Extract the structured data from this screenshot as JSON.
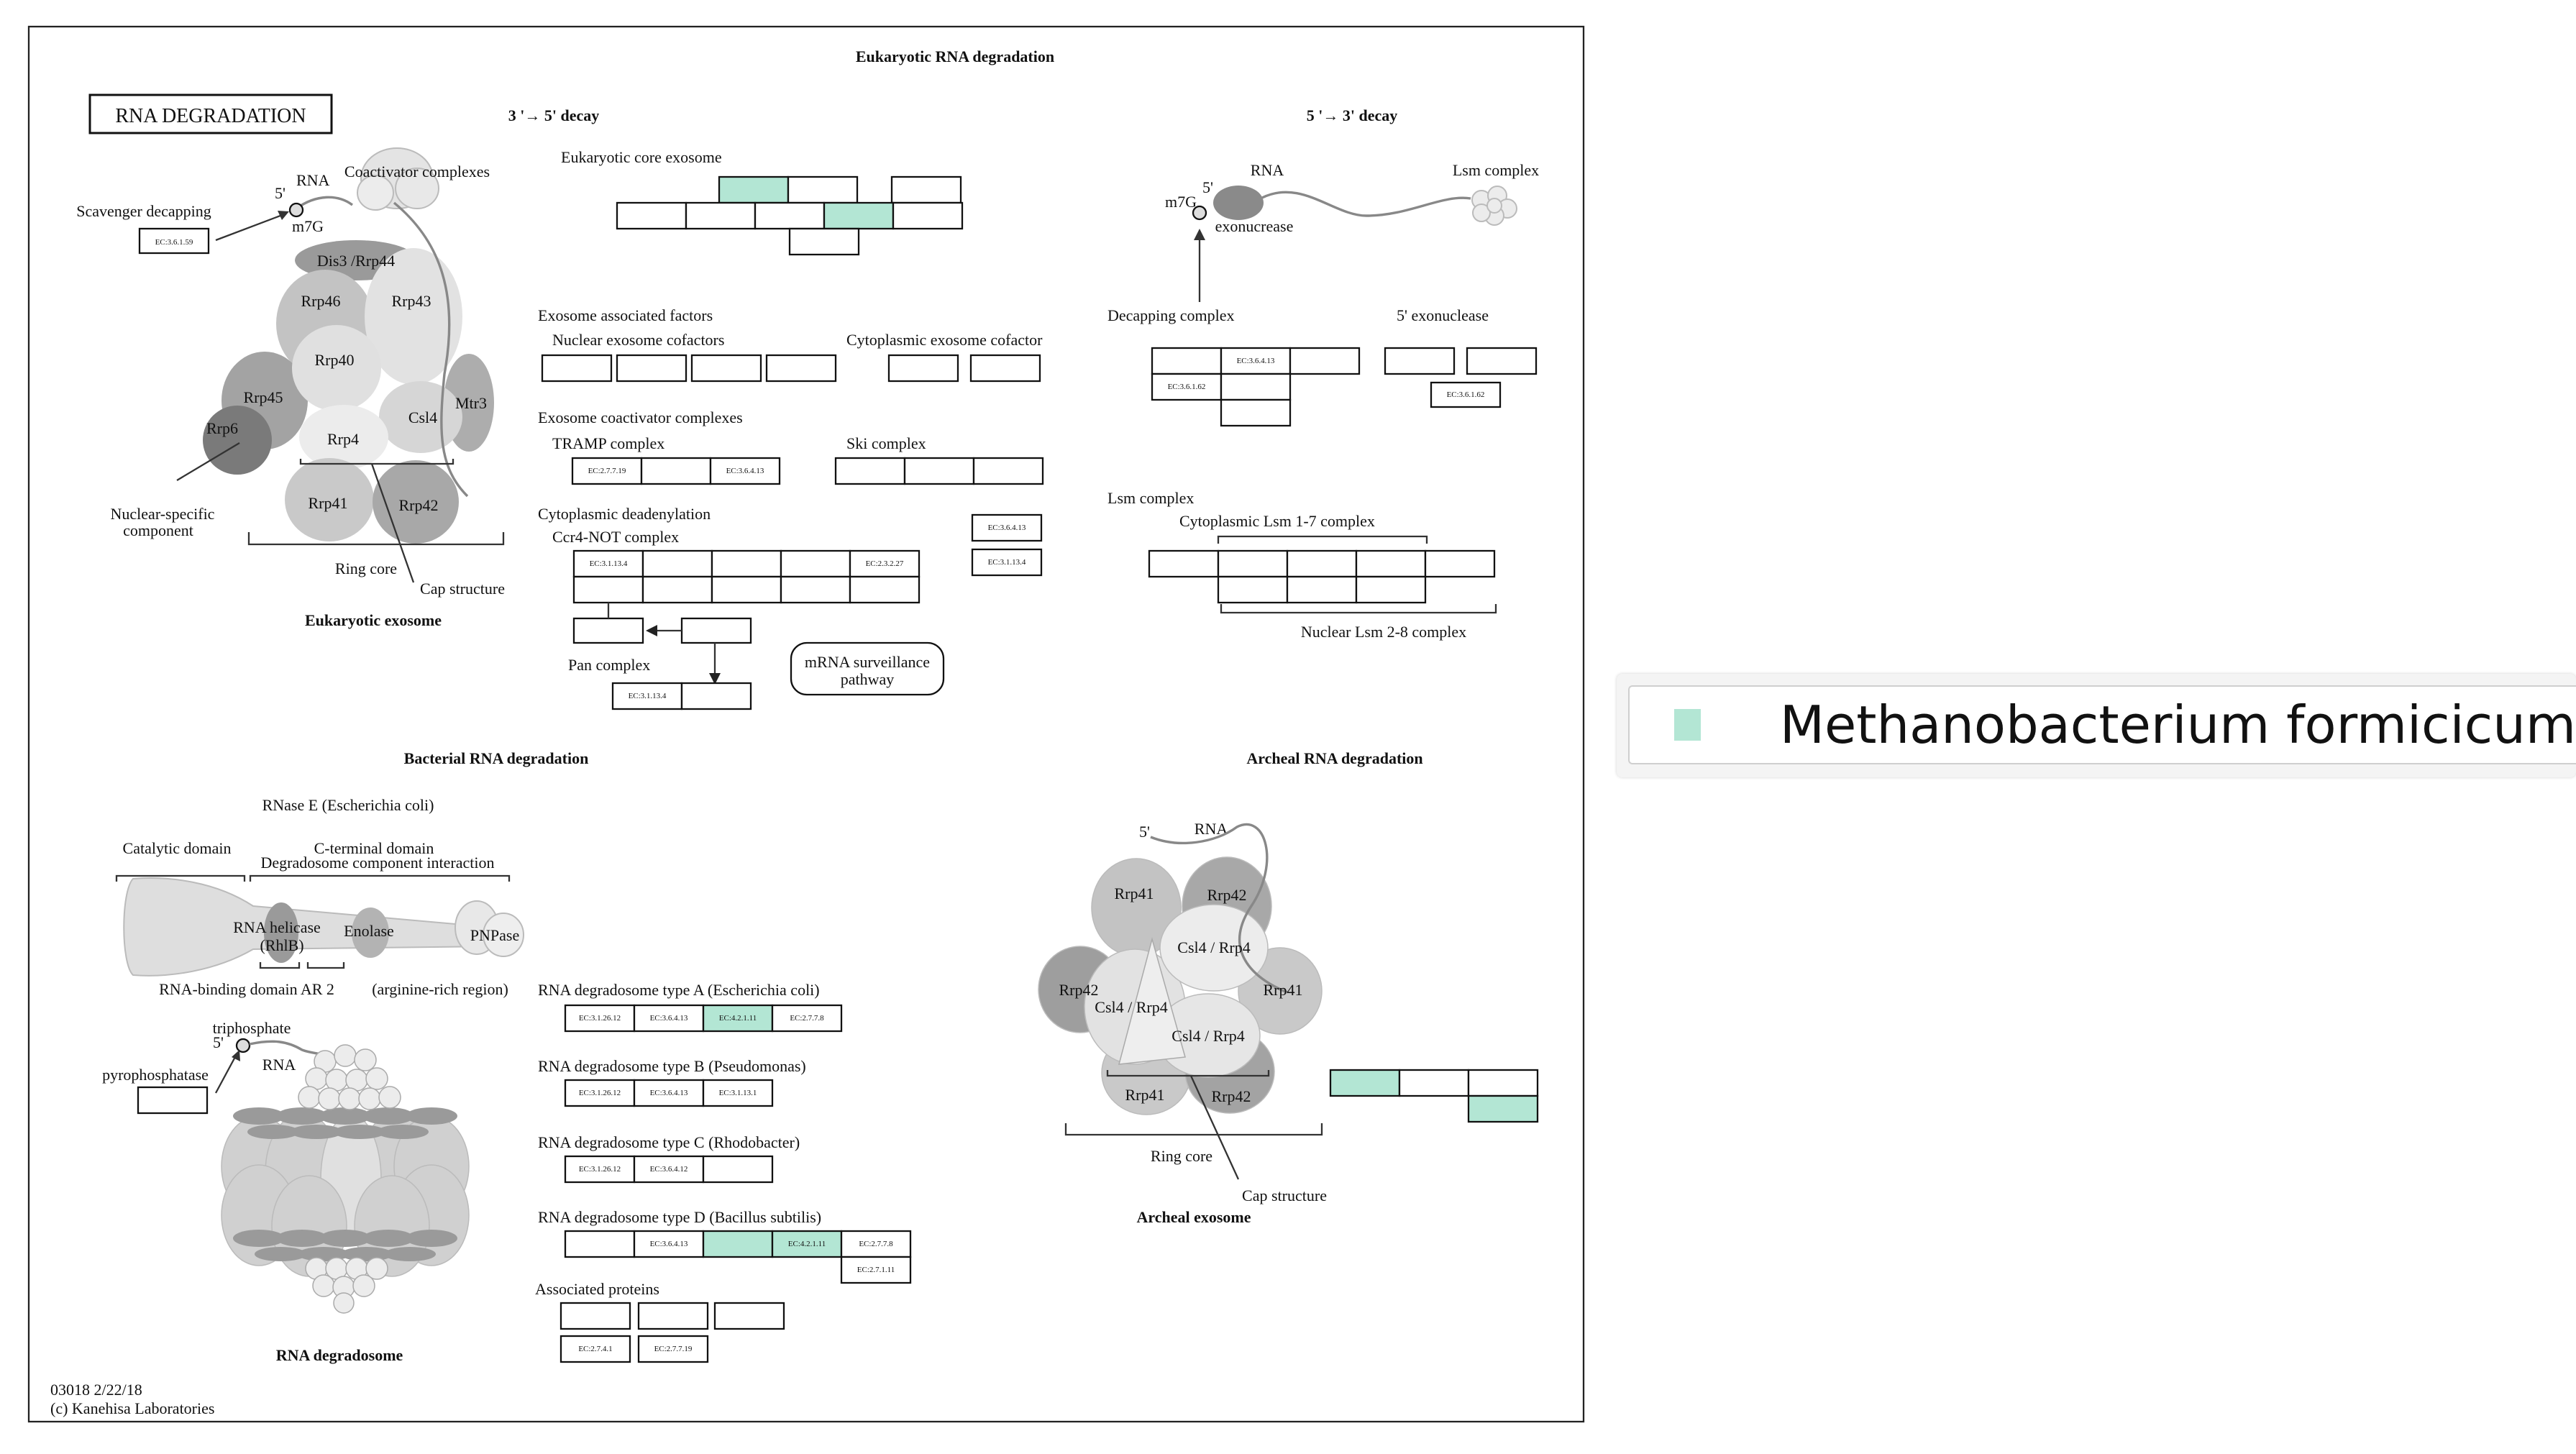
{
  "diagram": {
    "title": "Eukaryotic RNA degradation",
    "map_name": "RNA DEGRADATION",
    "decay_3_5": "3 '→ 5' decay",
    "decay_5_3": "5 '→ 3' decay",
    "footer_id": "03018 2/22/18",
    "footer_copyright": "(c) Kanehisa Laboratories",
    "highlight_color": "#b3e6d4",
    "exosome": {
      "caption": "Eukaryotic exosome",
      "labels": [
        "RNA",
        "5'",
        "m7G",
        "Coactivator complexes",
        "Scavenger decapping",
        "Dis3 /Rrp44",
        "Rrp46",
        "Rrp43",
        "Rrp40",
        "Rrp45",
        "Mtr3",
        "Csl4",
        "Rrp6",
        "Rrp4",
        "Rrp41",
        "Rrp42",
        "Nuclear-specific",
        "component",
        "Ring core",
        "Cap structure"
      ],
      "ec": [
        "EC:3.6.1.59"
      ]
    },
    "three_prime": {
      "core_exosome": "Eukaryotic core exosome",
      "assoc_factors": "Exosome associated factors",
      "nuclear_cofactors": "Nuclear exosome cofactors",
      "cyto_cofactor": "Cytoplasmic exosome cofactor",
      "coactivator": "Exosome coactivator complexes",
      "tramp": "TRAMP complex",
      "ski": "Ski complex",
      "cyto_deadenylation": "Cytoplasmic deadenylation",
      "ccr4": "Ccr4-NOT complex",
      "pan": "Pan complex",
      "surveillance_1": "mRNA surveillance",
      "surveillance_2": "pathway",
      "ec": [
        "EC:2.7.7.19",
        "EC:3.6.4.13",
        "EC:3.6.4.13",
        "EC:3.1.13.4",
        "EC:2.3.2.27",
        "EC:3.1.13.4",
        "EC:3.1.13.4"
      ]
    },
    "five_prime": {
      "rna": "RNA",
      "five": "5'",
      "m7g": "m7G",
      "lsm_complex_top": "Lsm complex",
      "exonucrease": "exonucrease",
      "decapping": "Decapping complex",
      "exonuclease_5": "5' exonuclease",
      "lsm_complex": "Lsm complex",
      "cyto_lsm": "Cytoplasmic Lsm 1-7 complex",
      "nuclear_lsm": "Nuclear Lsm 2-8 complex",
      "ec": [
        "EC:3.6.4.13",
        "EC:3.6.1.62",
        "EC:3.6.1.62"
      ]
    },
    "bacterial": {
      "title": "Bacterial RNA degradation",
      "rnase_e": "RNase E (Escherichia coli)",
      "catalytic": "Catalytic domain",
      "cterm": "C-terminal domain",
      "degradosome_interaction": "Degradosome component interaction",
      "rna_helicase": "RNA helicase",
      "rhlb": "(RhlB)",
      "enolase": "Enolase",
      "pnpase": "PNPase",
      "rna_binding": "RNA-binding domain AR 2",
      "arginine": "(arginine-rich region)",
      "triphosphate": "triphosphate",
      "five": "5'",
      "pyrophosphatase": "pyrophosphatase",
      "rna": "RNA",
      "caption": "RNA degradosome",
      "type_a": "RNA degradosome type A (Escherichia coli)",
      "type_b": "RNA degradosome type B (Pseudomonas)",
      "type_c": "RNA degradosome type C (Rhodobacter)",
      "type_d": "RNA degradosome type D (Bacillus subtilis)",
      "associated": "Associated proteins",
      "ec": [
        "EC:3.1.26.12",
        "EC:3.6.4.13",
        "EC:4.2.1.11",
        "EC:2.7.7.8",
        "EC:3.1.26.12",
        "EC:3.6.4.13",
        "EC:3.1.13.1",
        "EC:3.1.26.12",
        "EC:3.6.4.12",
        "EC:3.6.4.13",
        "EC:4.2.1.11",
        "EC:2.7.7.8",
        "EC:2.7.1.11",
        "EC:2.7.4.1",
        "EC:2.7.7.19"
      ]
    },
    "archaeal": {
      "title": "Archeal RNA degradation",
      "five": "5'",
      "rna": "RNA",
      "labels": [
        "Rrp41",
        "Rrp42",
        "Csl4 / Rrp4",
        "Rrp42",
        "Rrp41",
        "Csl4 / Rrp4",
        "Csl4 / Rrp4",
        "Rrp41",
        "Rrp42"
      ],
      "ring_core": "Ring core",
      "cap_structure": "Cap structure",
      "caption": "Archeal exosome"
    }
  },
  "legend": {
    "organism": "Methanobacterium formicicum",
    "swatch_color": "#b3e6d4"
  }
}
